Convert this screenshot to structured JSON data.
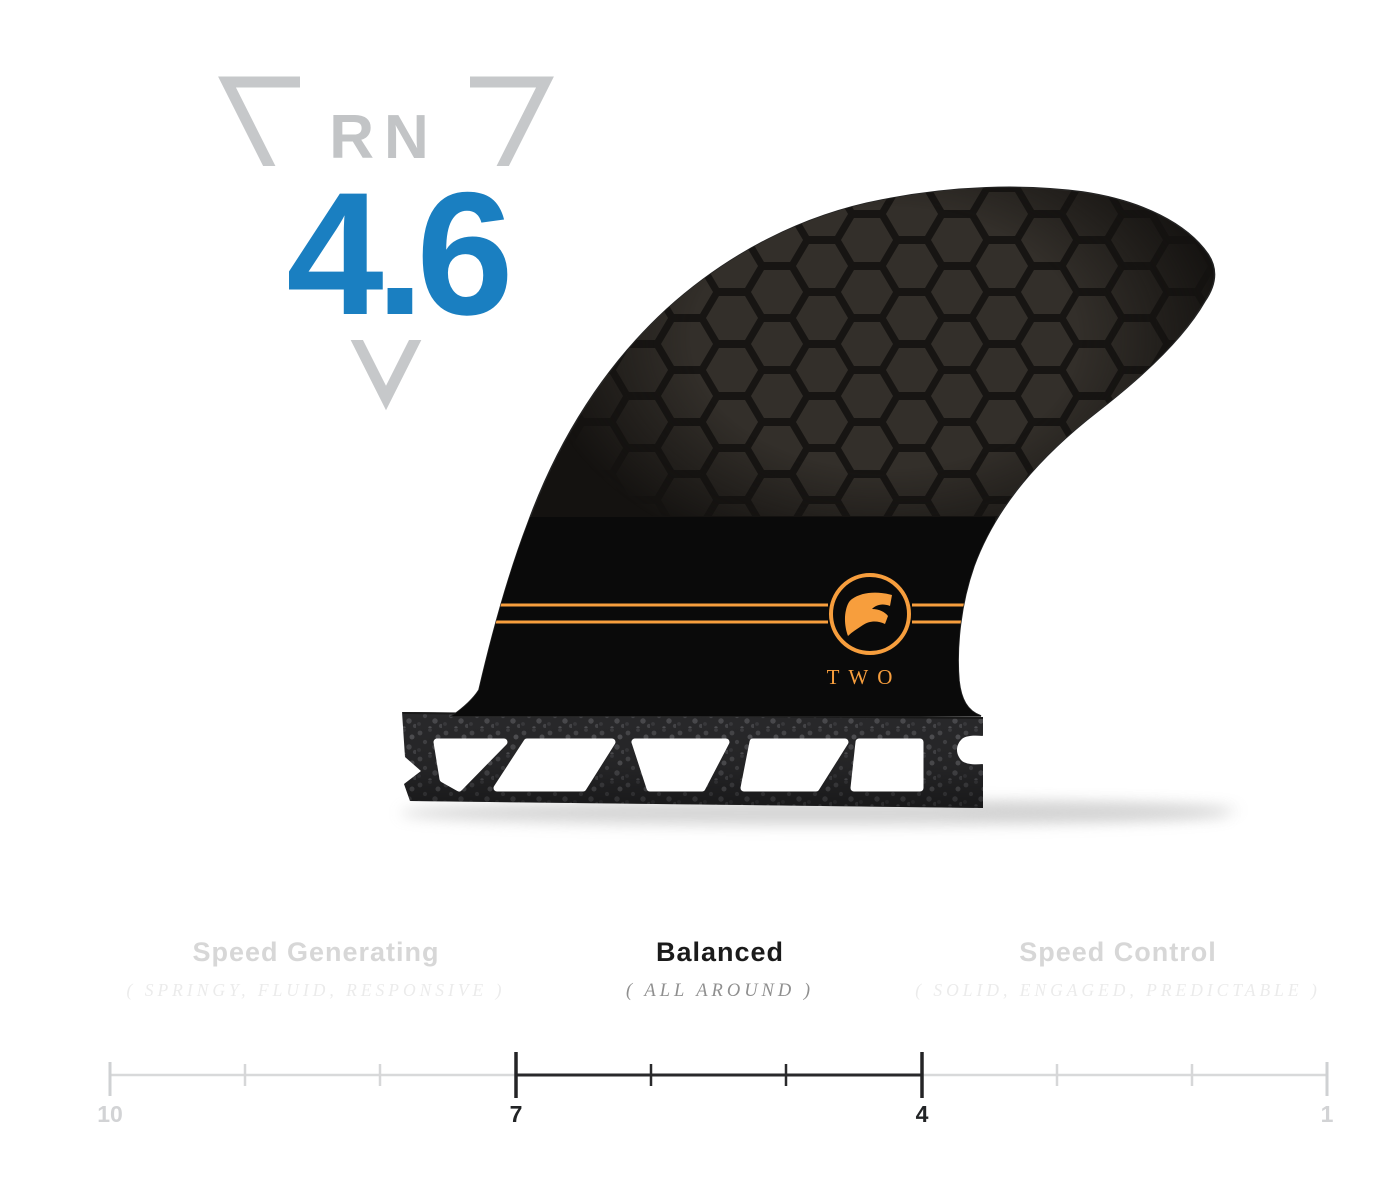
{
  "rating_badge": {
    "label": "RN",
    "value": "4.6"
  },
  "product": {
    "model": "TWO",
    "logo": "futures-f"
  },
  "descriptors": {
    "left": {
      "title": "Speed Generating",
      "subtitle": "( SPRINGY, FLUID, RESPONSIVE )"
    },
    "center": {
      "title": "Balanced",
      "subtitle": "( ALL AROUND )"
    },
    "right": {
      "title": "Speed Control",
      "subtitle": "( SOLID, ENGAGED, PREDICTABLE )"
    }
  },
  "scale": {
    "left_end_label": "10",
    "range_start_label": "7",
    "range_end_label": "4",
    "right_end_label": "1"
  },
  "colors": {
    "blue": "#1a7fc1",
    "orange": "#f79e3d",
    "triangle_gray": "#c6c8ca",
    "scale_light": "#d8d9da",
    "scale_dark": "#29292b"
  },
  "chart_data": {
    "type": "line",
    "title": "Ride Number (RN) fin flex scale",
    "value": 4.6,
    "value_label": "RN 4.6",
    "axis": {
      "ticks": [
        10,
        9,
        8,
        7,
        6,
        5,
        4,
        3,
        2,
        1
      ],
      "labeled_ticks": [
        10,
        7,
        4,
        1
      ],
      "min": 10,
      "max": 1,
      "direction": "descending left to right",
      "grid": false
    },
    "highlighted_range": {
      "from": 7,
      "to": 4,
      "label": "Balanced"
    },
    "zones": [
      {
        "range": [
          10,
          7
        ],
        "label": "Speed Generating",
        "descriptors": [
          "SPRINGY",
          "FLUID",
          "RESPONSIVE"
        ]
      },
      {
        "range": [
          7,
          4
        ],
        "label": "Balanced",
        "descriptors": [
          "ALL AROUND"
        ]
      },
      {
        "range": [
          4,
          1
        ],
        "label": "Speed Control",
        "descriptors": [
          "SOLID",
          "ENGAGED",
          "PREDICTABLE"
        ]
      }
    ]
  }
}
